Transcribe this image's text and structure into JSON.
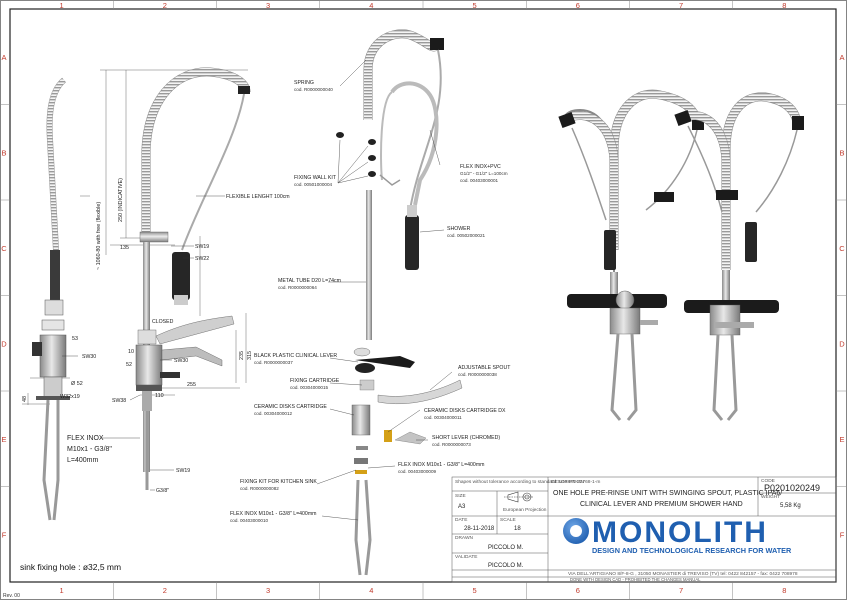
{
  "grid": {
    "columns": [
      "1",
      "2",
      "3",
      "4",
      "5",
      "6",
      "7",
      "8"
    ],
    "rows": [
      "A",
      "B",
      "C",
      "D",
      "E",
      "F"
    ]
  },
  "left_view": {
    "dims": {
      "vertical_range": "~ 1060-80 with free (flexible)",
      "height_250": "250 (INDICATIVE)",
      "d135": "135",
      "d53": "53",
      "d10": "10",
      "d52a": "52",
      "d52b": "Ø 52",
      "d48": "48",
      "d235": "235",
      "d315": "315",
      "d255": "255",
      "d110": "110",
      "w32x19": "W32x19"
    },
    "labels": {
      "flexible_length": "FLEXIBLE LENGHT 100cm",
      "sw19_top": "SW19",
      "sw22": "SW22",
      "closed": "CLOSED",
      "sw30_left": "SW30",
      "sw30_right": "SW30",
      "sw38": "SW38",
      "flex_inox": "FLEX INOX",
      "flex_inox_thread": "M10x1 - G3/8\"",
      "flex_inox_len": "L=400mm",
      "sw19_bottom": "SW19",
      "g38": "G3/8\"",
      "sink_hole": "sink fixing hole : ø32,5 mm"
    }
  },
  "exploded": {
    "spring": [
      "SPRING",
      "cod. R0000000040"
    ],
    "fixing_wall_kit": [
      "FIXING WALL KIT",
      "cod. 00501000004"
    ],
    "flex_inox_pvc": [
      "FLEX INOX+PVC",
      "G1/2\" - G1/2\" L=100cm",
      "cod. 00403000001"
    ],
    "shower": [
      "SHOWER",
      "cod. 00502000021"
    ],
    "metal_tube": [
      "METAL TUBE D20 L=74cm",
      "cod. R0000000064"
    ],
    "black_lever": [
      "BLACK PLASTIC CLINICAL LEVER",
      "cod. R0000000037"
    ],
    "adjustable_spout": [
      "ADJUSTABLE SPOUT",
      "cod. R0000000038"
    ],
    "fixing_cartridge": [
      "FIXING CARTRIDGE",
      "cod. 00304000015"
    ],
    "ceramic_disks": [
      "CERAMIC DISKS CARTRIDGE",
      "cod. 00304000012"
    ],
    "ceramic_disks_dx": [
      "CERAMIC DISKS CARTRIDGE DX",
      "cod. 00304000011"
    ],
    "short_lever": [
      "SHORT LEVER (CHROMED)",
      "cod. R0000000073"
    ],
    "flex_inox_1": [
      "FLEX INOX M10x1 - G3/8\" L=400mm",
      "cod. 00403000009"
    ],
    "fixing_kit_sink": [
      "FIXING KIT FOR KITCHEN SINK",
      "cod. R0000000082"
    ],
    "flex_inox_2": [
      "FLEX INOX M10x1 - G3/8\" L=400mm",
      "cod. 00403000010"
    ]
  },
  "title_block": {
    "tolerance_note": "Shapes without tolerance according to standard: UNI-EN-22768-1-m",
    "size_label": "SIZE",
    "size_value": "A3",
    "projection_label": "European Projection",
    "date_label": "DATE",
    "date_value": "28-11-2018",
    "scale_label": "SCALE",
    "scale_value": "18",
    "drawn_label": "DRAWN",
    "drawn_value": "PICCOLO M.",
    "validate_label": "VALIDATE",
    "validate_value": "PICCOLO M.",
    "description_label": "DESCRIPTION",
    "description_1": "ONE HOLE PRE-RINSE UNIT WITH SWINGING SPOUT, PLASTIC IPA6/",
    "description_2": "CLINICAL LEVER AND PREMIUM SHOWER HAND",
    "code_label": "CODE",
    "code_value": "P0201020249",
    "weight_label": "WEIGHT",
    "weight_value": "5,58 Kg",
    "brand": "MONOLITH",
    "tagline": "DESIGN AND TECHNOLOGICAL RESEARCH FOR WATER",
    "address": "VIA DELL'ARTIGIANO 8/F-8-G , 31050 MONASTIER di TREVISO (TV) tel: 0422 842157 - fax: 0422 708978",
    "footer_note": "DONE WITH DESIGN CAD - PROHIBITED THE CHANGES MANUAL",
    "rev": "Rev. 00"
  },
  "colors": {
    "border": "#222222",
    "grid_letters": "#c0392b",
    "brand_blue": "#1f5fb0",
    "chrome": "#b8b8b8",
    "rubber": "#1b1b1b"
  }
}
